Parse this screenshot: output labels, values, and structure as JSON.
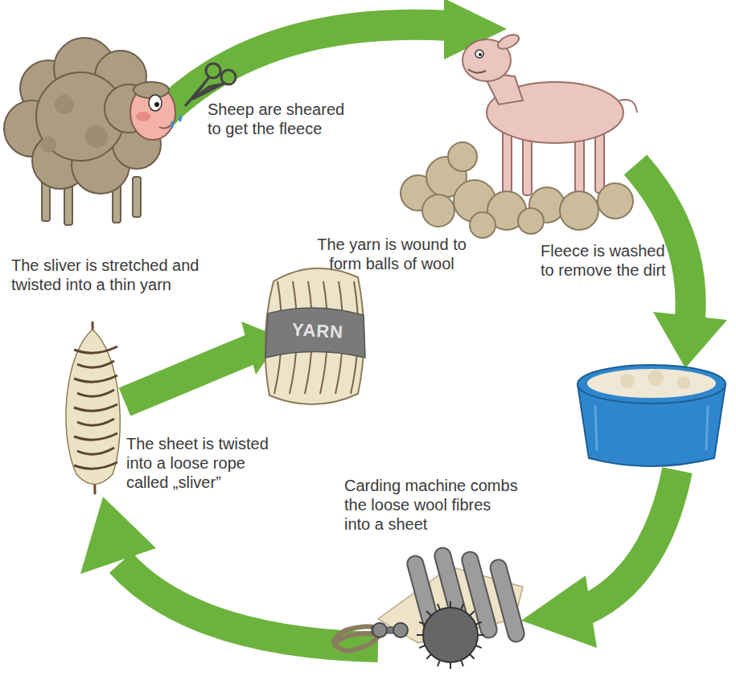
{
  "diagram": {
    "labels": [
      "Sheep are sheared to get the fleece",
      "Fleece is washed to remove the dirt",
      "Carding machine combs the loose wool fibres into a sheet",
      "The sheet is twisted into a loose rope called „sliver”",
      "The sliver is stretched and twisted into a thin yarn",
      "The yarn is wound to form balls of wool",
      "YARN"
    ]
  }
}
